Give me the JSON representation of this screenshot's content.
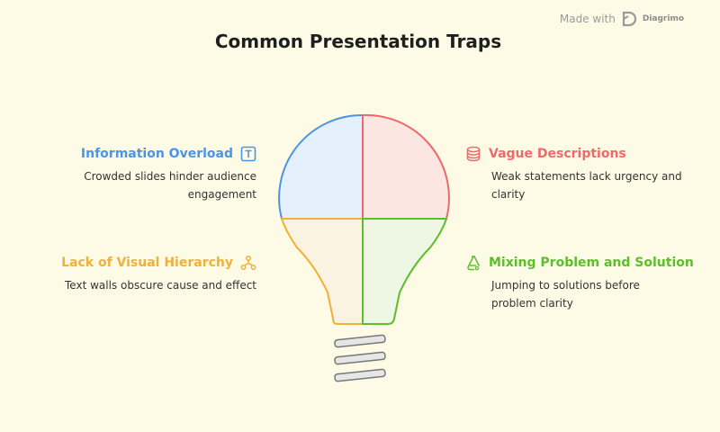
{
  "title": "Common Presentation Traps",
  "watermark": {
    "made_with": "Made with",
    "brand": "Diagrimo"
  },
  "items": {
    "top_left": {
      "heading": "Information Overload",
      "description": "Crowded slides hinder audience engagement",
      "color": "#4b94e6",
      "icon": "text-icon"
    },
    "bottom_left": {
      "heading": "Lack of Visual Hierarchy",
      "description": "Text walls obscure cause and effect",
      "color": "#f0b03a",
      "icon": "hierarchy-icon"
    },
    "top_right": {
      "heading": "Vague Descriptions",
      "description": "Weak statements lack urgency and clarity",
      "color": "#ee6a6a",
      "icon": "database-icon"
    },
    "bottom_right": {
      "heading": "Mixing Problem and Solution",
      "description": "Jumping to solutions before problem clarity",
      "color": "#5cbf2a",
      "icon": "flask-icon"
    }
  }
}
